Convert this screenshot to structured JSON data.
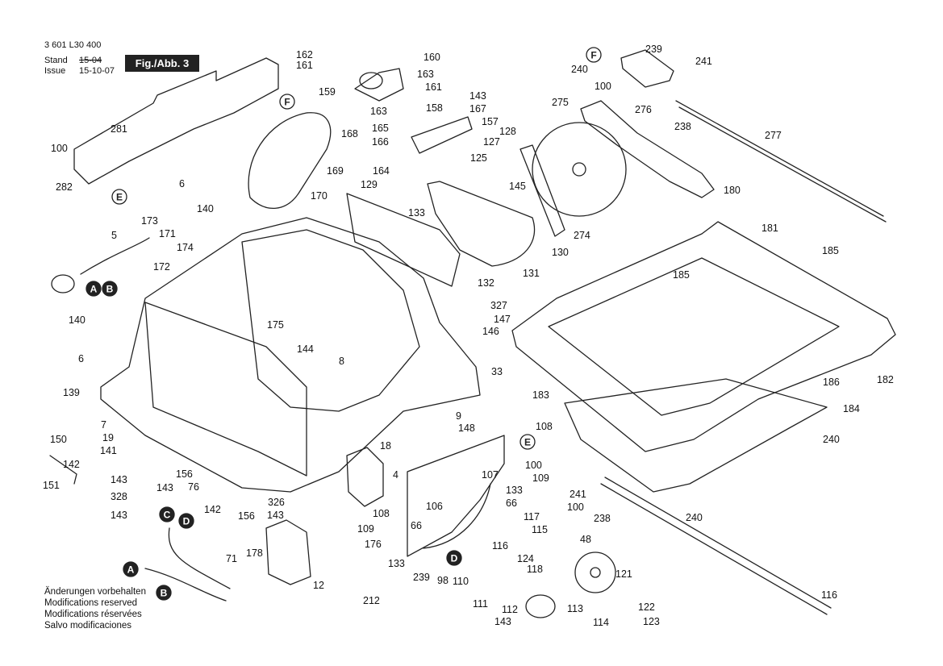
{
  "header": {
    "doc_number": "3 601 L30 400",
    "stand_label": "Stand",
    "stand_date": "15-04",
    "issue_label": "Issue",
    "issue_date": "15-10-07",
    "figure_label": "Fig./Abb. 3"
  },
  "notes": [
    "Änderungen vorbehalten",
    "Modifications reserved",
    "Modifications réservées",
    "Salvo modificaciones"
  ],
  "connection_letters": [
    "A",
    "B",
    "C",
    "D",
    "E",
    "F"
  ],
  "parts": [
    "100",
    "162",
    "161",
    "159",
    "160",
    "163",
    "161",
    "143",
    "167",
    "158",
    "157",
    "163",
    "165",
    "166",
    "128",
    "127",
    "125",
    "164",
    "169",
    "170",
    "168",
    "129",
    "133",
    "145",
    "281",
    "282",
    "6",
    "140",
    "5",
    "173",
    "171",
    "174",
    "172",
    "140",
    "6",
    "139",
    "7",
    "19",
    "141",
    "150",
    "142",
    "151",
    "143",
    "328",
    "143",
    "156",
    "143",
    "76",
    "8",
    "175",
    "144",
    "9",
    "148",
    "18",
    "4",
    "327",
    "147",
    "146",
    "130",
    "132",
    "131",
    "274",
    "275",
    "240",
    "239",
    "241",
    "100",
    "276",
    "238",
    "277",
    "180",
    "181",
    "185",
    "185",
    "33",
    "183",
    "186",
    "182",
    "184",
    "240",
    "108",
    "100",
    "109",
    "133",
    "66",
    "107",
    "106",
    "108",
    "109",
    "66",
    "176",
    "133",
    "239",
    "241",
    "100",
    "238",
    "240",
    "116",
    "117",
    "115",
    "116",
    "124",
    "118",
    "48",
    "121",
    "122",
    "123",
    "114",
    "113",
    "112",
    "111",
    "110",
    "98",
    "143",
    "142",
    "156",
    "143",
    "326",
    "71",
    "178",
    "12",
    "212"
  ],
  "colors": {
    "line": "#222222",
    "badge_bg": "#222222",
    "badge_fg": "#ffffff"
  }
}
